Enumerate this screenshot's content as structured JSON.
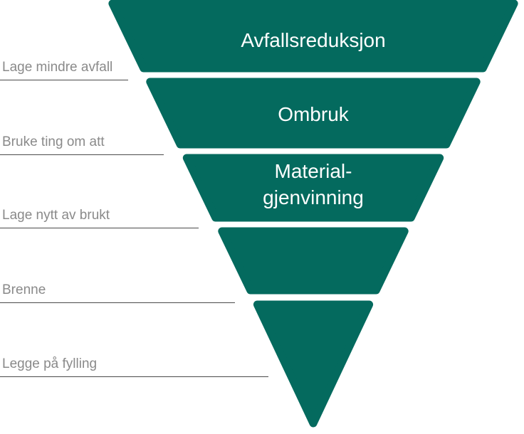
{
  "diagram": {
    "type": "inverted-pyramid-waste-hierarchy",
    "band_titles": {
      "level1": "Avfallsreduksjon",
      "level2": "Ombruk",
      "level3_line1": "Material-",
      "level3_line2": "gjenvinning",
      "level4": "",
      "level5": ""
    },
    "side_labels": [
      "Lage mindre avfall",
      "Bruke ting om att",
      "Lage nytt av brukt",
      "Brenne",
      "Legge på fylling"
    ]
  },
  "colors": {
    "band": "#046A5E",
    "band_text": "#FFFFFF",
    "side_text": "#8A8A8A",
    "separator_line": "#4A4A4A",
    "background": "#FFFFFF"
  }
}
